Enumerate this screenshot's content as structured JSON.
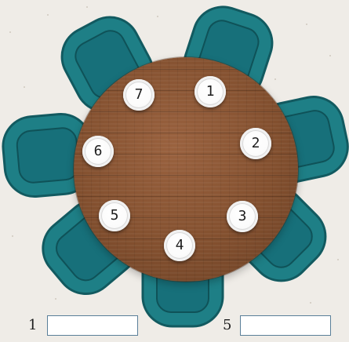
{
  "colors": {
    "background": "#efece7",
    "chair_seat": "#1e7f86",
    "chair_edge": "#125a60",
    "table_wood": "#83502f",
    "input_border": "#5a7f99"
  },
  "seating": {
    "plates": [
      {
        "number": "1"
      },
      {
        "number": "2"
      },
      {
        "number": "3"
      },
      {
        "number": "4"
      },
      {
        "number": "5"
      },
      {
        "number": "6"
      },
      {
        "number": "7"
      }
    ]
  },
  "answers": [
    {
      "label": "1",
      "value": "",
      "placeholder": ""
    },
    {
      "label": "5",
      "value": "",
      "placeholder": ""
    }
  ]
}
